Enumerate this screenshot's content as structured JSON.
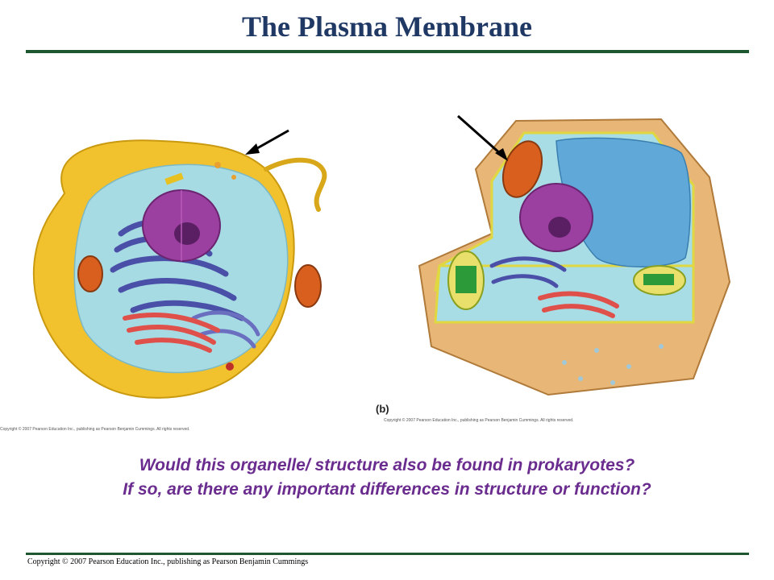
{
  "slide": {
    "title": "The Plasma Membrane",
    "question_line1": "Would this organelle/ structure also be found in prokaryotes?",
    "question_line2": "If so, are there any important differences in structure or function?",
    "copyright": "Copyright © 2007 Pearson Education Inc., publishing as Pearson Benjamin Cummings"
  },
  "figure": {
    "panel_b_label": "(b)",
    "credit_left": "Copyright © 2007 Pearson Education Inc., publishing as Pearson Benjamin Cummings. All rights reserved.",
    "credit_right": "Copyright © 2007 Pearson Education Inc., publishing as Pearson Benjamin Cummings. All rights reserved."
  },
  "colors": {
    "title": "#1f3864",
    "rule": "#1e5631",
    "question": "#6a2c8e"
  }
}
